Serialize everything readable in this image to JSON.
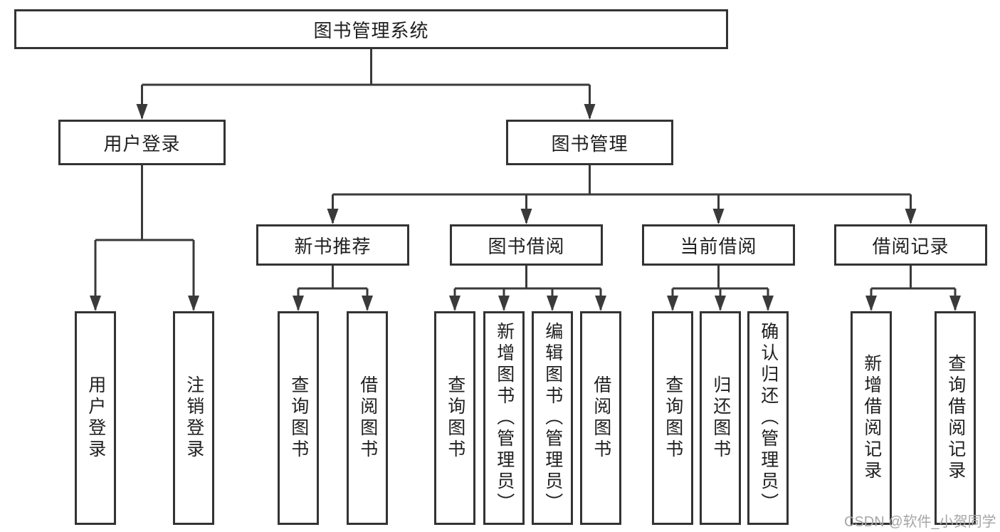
{
  "diagram": {
    "root": {
      "label": "图书管理系统"
    },
    "level2": [
      {
        "label": "用户登录"
      },
      {
        "label": "图书管理"
      }
    ],
    "level3": [
      {
        "label": "新书推荐",
        "parent": "图书管理"
      },
      {
        "label": "图书借阅",
        "parent": "图书管理"
      },
      {
        "label": "当前借阅",
        "parent": "图书管理"
      },
      {
        "label": "借阅记录",
        "parent": "图书管理"
      }
    ],
    "leaves": [
      {
        "label": "用户登录",
        "parent": "用户登录"
      },
      {
        "label": "注销登录",
        "parent": "用户登录"
      },
      {
        "label": "查询图书",
        "parent": "新书推荐"
      },
      {
        "label": "借阅图书",
        "parent": "新书推荐"
      },
      {
        "label": "查询图书",
        "parent": "图书借阅"
      },
      {
        "label": "新增图书（管理员）",
        "parent": "图书借阅"
      },
      {
        "label": "编辑图书（管理员）",
        "parent": "图书借阅"
      },
      {
        "label": "借阅图书",
        "parent": "图书借阅"
      },
      {
        "label": "查询图书",
        "parent": "当前借阅"
      },
      {
        "label": "归还图书",
        "parent": "当前借阅"
      },
      {
        "label": "确认归还（管理员）",
        "parent": "当前借阅"
      },
      {
        "label": "新增借阅记录",
        "parent": "借阅记录"
      },
      {
        "label": "查询借阅记录",
        "parent": "借阅记录"
      }
    ]
  },
  "watermark": {
    "text": "CSDN @软件_小贺同学"
  },
  "colors": {
    "line": "#3a3a3a",
    "border": "#333333",
    "text": "#1f1f1f",
    "background": "#ffffff",
    "watermark": "#a6a6a6"
  }
}
